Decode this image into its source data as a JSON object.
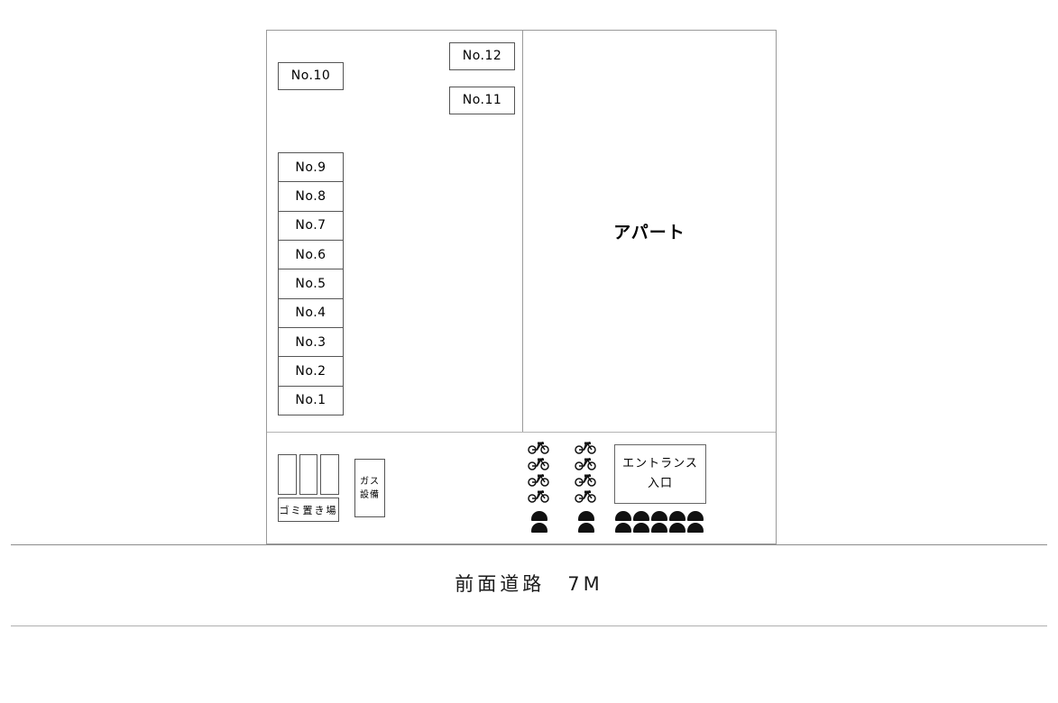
{
  "plan": {
    "title": "apartment-site-plan",
    "site": {
      "apartment_label": "アパート"
    },
    "parking": {
      "stalls_column": [
        {
          "label": "No.9"
        },
        {
          "label": "No.8"
        },
        {
          "label": "No.7"
        },
        {
          "label": "No.6"
        },
        {
          "label": "No.5"
        },
        {
          "label": "No.4"
        },
        {
          "label": "No.3"
        },
        {
          "label": "No.2"
        },
        {
          "label": "No.1"
        }
      ],
      "stall_10": "No.10",
      "stall_11": "No.11",
      "stall_12": "No.12"
    },
    "facilities": {
      "trash_label": "ゴミ置き場",
      "trash_bin_count": 3,
      "gas_line_1": "ガス",
      "gas_line_2": "設備",
      "entrance_line_1": "エントランス",
      "entrance_line_2": "入口",
      "bicycle_parking_icon": "bicycle-icon",
      "bicycle_count_left": 4,
      "bicycle_count_right": 4,
      "shrub_icon": "shrub-icon"
    },
    "road": {
      "label": "前面道路　7M"
    }
  }
}
